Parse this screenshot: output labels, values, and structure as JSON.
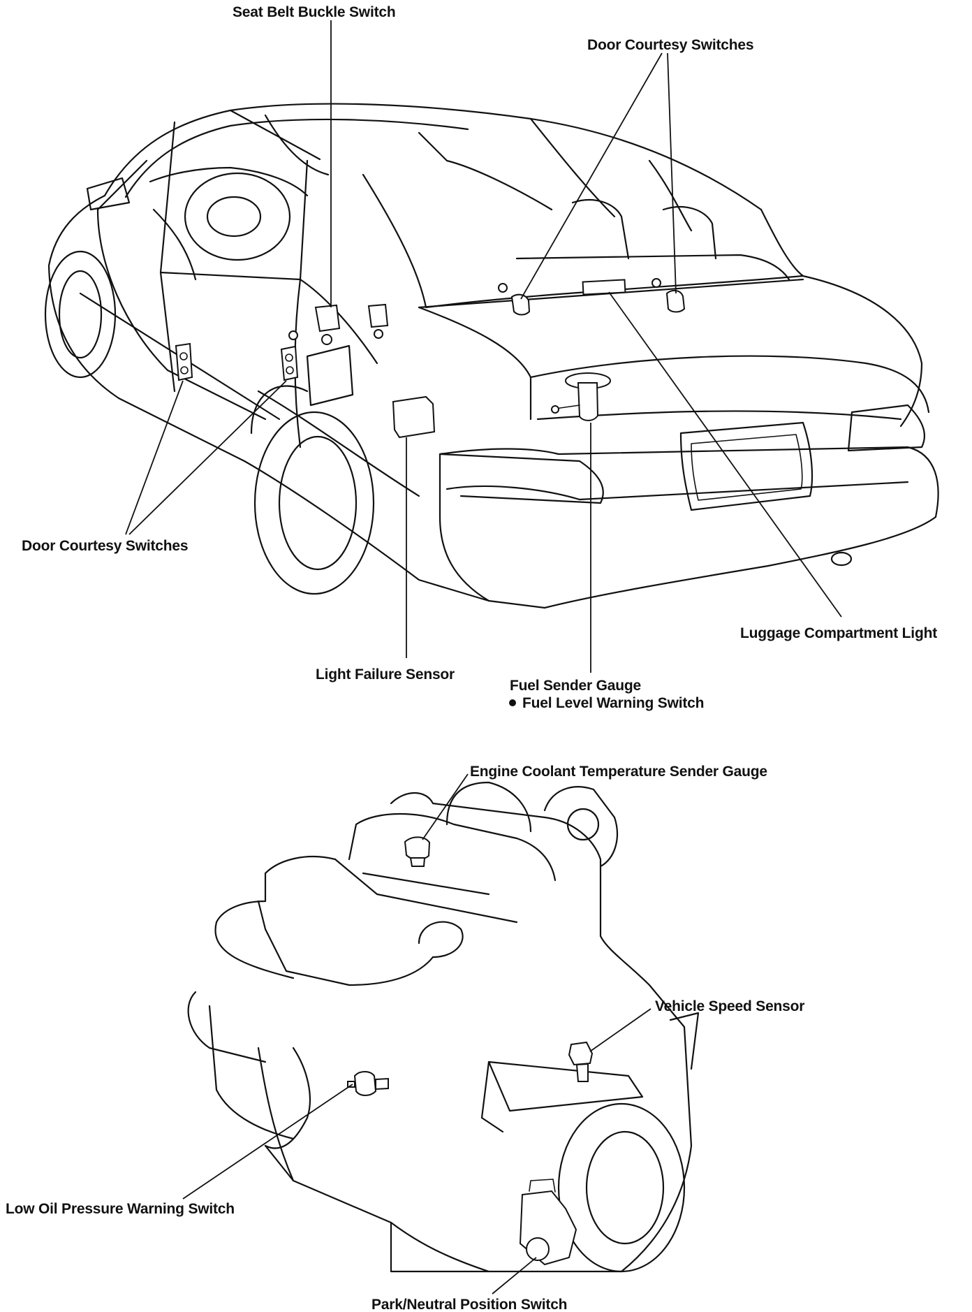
{
  "labels": {
    "seat_belt_buckle_switch": "Seat Belt Buckle Switch",
    "door_courtesy_switches_rear": "Door Courtesy Switches",
    "door_courtesy_switches_front": "Door Courtesy Switches",
    "luggage_compartment_light": "Luggage Compartment Light",
    "light_failure_sensor": "Light Failure Sensor",
    "fuel_sender_gauge": "Fuel Sender Gauge",
    "fuel_level_warning_switch": "Fuel Level Warning Switch",
    "engine_coolant_temperature_sender_gauge": "Engine Coolant Temperature Sender Gauge",
    "vehicle_speed_sensor": "Vehicle Speed Sensor",
    "low_oil_pressure_warning_switch": "Low Oil Pressure Warning Switch",
    "park_neutral_position_switch": "Park/Neutral Position Switch"
  }
}
